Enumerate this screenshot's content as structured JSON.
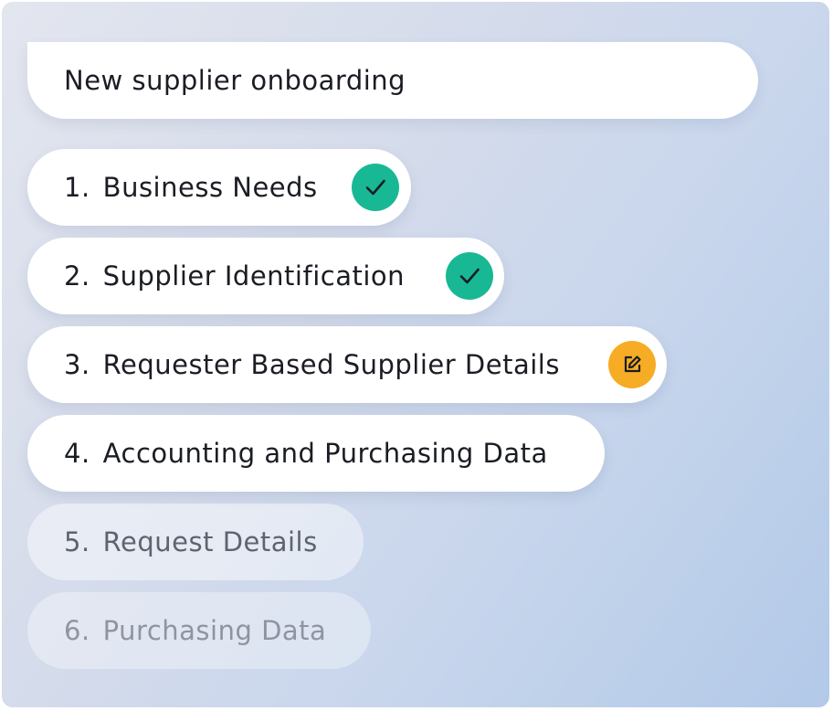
{
  "title": "New supplier onboarding",
  "steps": [
    {
      "number": "1.",
      "label": "Business Needs",
      "state": "completed",
      "icon": "check-icon"
    },
    {
      "number": "2.",
      "label": "Supplier Identification",
      "state": "completed",
      "icon": "check-icon"
    },
    {
      "number": "3.",
      "label": "Requester Based Supplier Details",
      "state": "in-progress",
      "icon": "edit-icon"
    },
    {
      "number": "4.",
      "label": "Accounting and Purchasing Data",
      "state": "pending",
      "icon": ""
    },
    {
      "number": "5.",
      "label": "Request Details",
      "state": "upcoming",
      "icon": ""
    },
    {
      "number": "6.",
      "label": "Purchasing Data",
      "state": "upcoming",
      "icon": ""
    }
  ],
  "colors": {
    "completed": "#18b894",
    "in_progress": "#f7ac25",
    "text": "#1b1d24",
    "muted_text": "#5f6370",
    "faded_text": "#9094a0"
  }
}
